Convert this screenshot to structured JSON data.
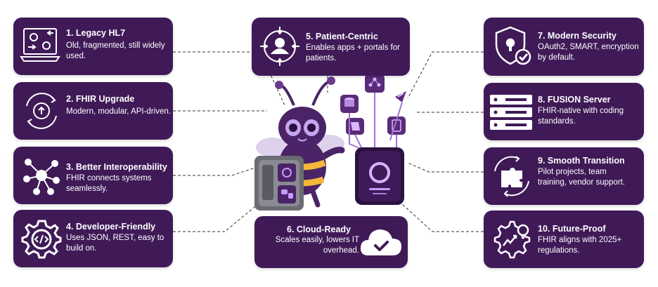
{
  "cards": [
    {
      "id": "1",
      "title": "1. Legacy HL7",
      "desc": "Old, fragmented, still widely used.",
      "icon": "legacy-laptop-gears-icon"
    },
    {
      "id": "2",
      "title": "2. FHIR Upgrade",
      "desc": "Modern, modular, API-driven.",
      "icon": "upgrade-cycle-gear-icon"
    },
    {
      "id": "3",
      "title": "3. Better Interoperability",
      "desc": "FHIR connects systems seamlessly.",
      "icon": "network-hub-icon"
    },
    {
      "id": "4",
      "title": "4. Developer-Friendly",
      "desc": "Uses JSON, REST, easy to build on.",
      "icon": "code-gear-icon"
    },
    {
      "id": "5",
      "title": "5. Patient-Centric",
      "desc": "Enables apps + portals for patients.",
      "icon": "patient-target-icon"
    },
    {
      "id": "6",
      "title": "6. Cloud-Ready",
      "desc": "Scales easily, lowers IT overhead.",
      "icon": "cloud-check-icon"
    },
    {
      "id": "7",
      "title": "7. Modern Security",
      "desc": "OAuth2, SMART, encryption by default.",
      "icon": "shield-lock-icon"
    },
    {
      "id": "8",
      "title": "8. FUSION Server",
      "desc": "FHIR-native with coding standards.",
      "icon": "server-rack-icon"
    },
    {
      "id": "9",
      "title": "9. Smooth Transition",
      "desc": "Pilot projects, team training, vendor support.",
      "icon": "puzzle-cycle-icon"
    },
    {
      "id": "10",
      "title": "10. Future-Proof",
      "desc": "FHIR aligns with 2025+ regulations.",
      "icon": "future-gear-bulb-icon"
    }
  ],
  "colors": {
    "card": "#3f1a57",
    "mascot": "#4a2466",
    "accent": "#b388e8",
    "glow": "#c79bff"
  }
}
